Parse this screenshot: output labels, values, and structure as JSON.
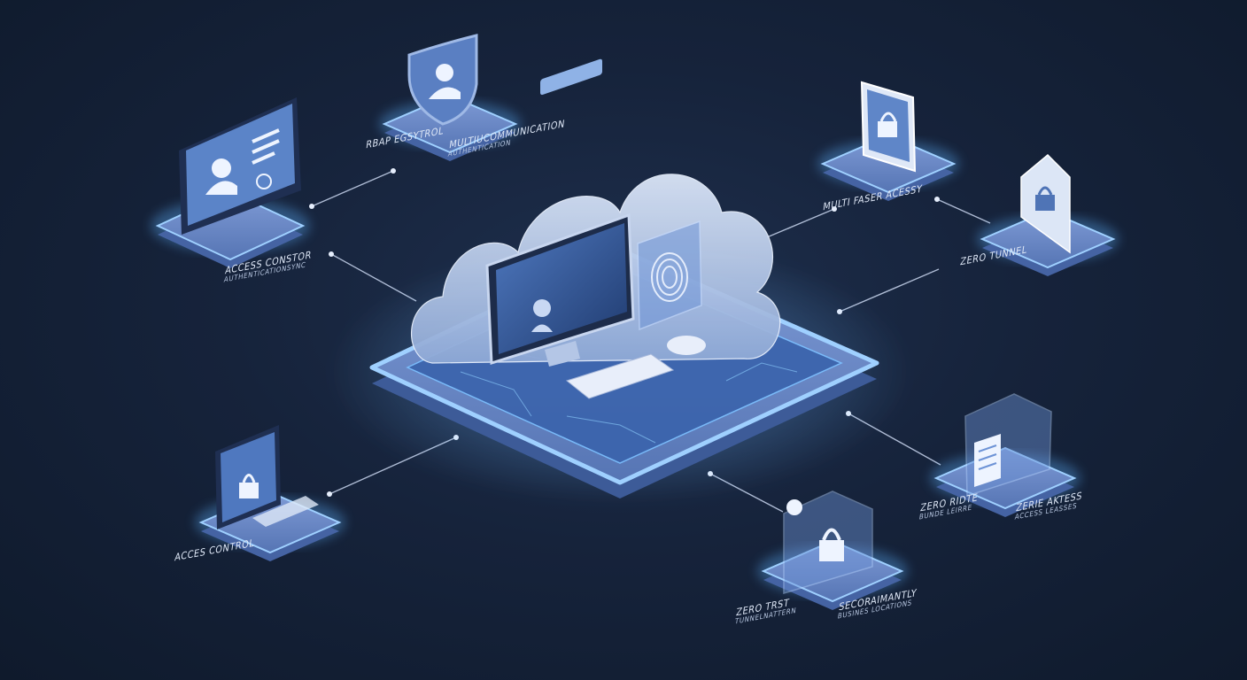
{
  "theme": {
    "background": "#16233b",
    "platform": "#5a7ab8",
    "platform_top": "#7d9ad3",
    "glow": "#6fb8ff",
    "cloud": "#c4d3ee",
    "screen": "#2e4f8f"
  },
  "labels": {
    "role_control": "RBAP EGSYTROL",
    "mfa_line1": "MULTIUCOMMUNICATION",
    "mfa_line2": "AUTHENTICATION",
    "access_control_top_1": "ACCESS CONSTOR",
    "access_control_top_2": "AUTHENTICATIONSYNC",
    "multi_factor_access": "MULTI FASER ACESSY",
    "zero_tunnel": "ZERO TUNNEL",
    "access_control_bottom": "ACCES CONTROL",
    "zero_trust_1": "ZERO TRST",
    "zero_trust_2": "TUNNELNATTERN",
    "secure_1": "SECORAIMANTLY",
    "secure_2": "BUSINES LOCATIONS",
    "zero_route_1": "ZERO RIDTE",
    "zero_route_2": "BUNDE LEIRRE",
    "zero_access_1": "ZERIE AKTESS",
    "zero_access_2": "ACCESS LEASSES"
  },
  "icons": [
    "user-monitor-icon",
    "user-shield-icon",
    "lock-tablet-icon",
    "house-lock-icon",
    "document-vault-icon",
    "location-lock-icon",
    "secure-laptop-icon",
    "cloud-icon",
    "fingerprint-icon"
  ]
}
